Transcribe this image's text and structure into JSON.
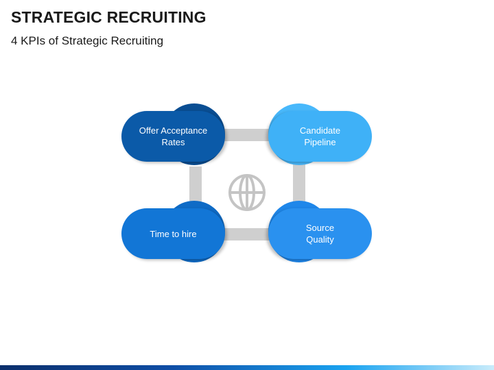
{
  "header": {
    "title": "STRATEGIC RECRUITING",
    "subtitle": "4 KPIs of Strategic Recruiting"
  },
  "diagram": {
    "center_icon": "globe-icon",
    "nodes": [
      {
        "id": "offer-acceptance-rates",
        "label": "Offer Acceptance\nRates",
        "color": "#0b5aa8"
      },
      {
        "id": "candidate-pipeline",
        "label": "Candidate\nPipeline",
        "color": "#3fb1f7"
      },
      {
        "id": "time-to-hire",
        "label": "Time to hire",
        "color": "#1276d6"
      },
      {
        "id": "source-quality",
        "label": "Source\nQuality",
        "color": "#2a91ef"
      }
    ],
    "connector_color": "#cfcfcf"
  },
  "footer": {
    "gradient_colors": [
      "#0c2f6b",
      "#0f4ea6",
      "#1aa3f0",
      "#c9ecfb"
    ]
  }
}
